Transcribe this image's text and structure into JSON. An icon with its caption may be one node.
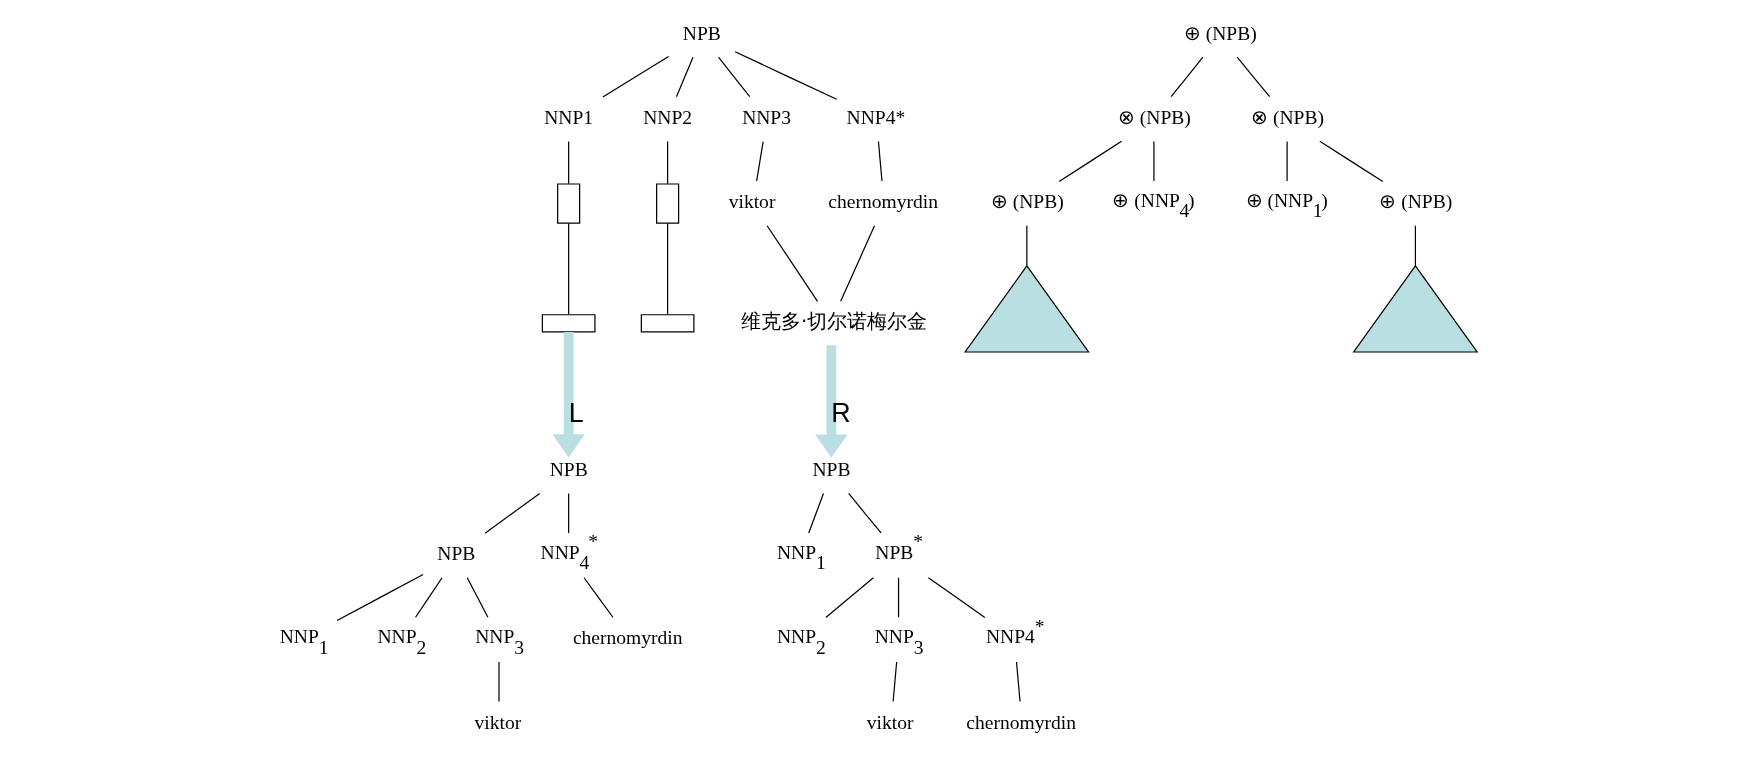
{
  "diagram": {
    "nodes": [
      {
        "text": [
          "NPB"
        ]
      },
      {
        "text": [
          "NNP1"
        ]
      },
      {
        "text": [
          "NNP2"
        ]
      },
      {
        "text": [
          "NNP3"
        ]
      },
      {
        "text": [
          "NNP4*"
        ]
      },
      {
        "text": [],
        "shape": "box"
      },
      {
        "text": [],
        "shape": "box"
      },
      {
        "text": [
          "viktor"
        ]
      },
      {
        "text": [
          "chernomyrdin"
        ]
      },
      {
        "text": [],
        "shape": "box"
      },
      {
        "text": [],
        "shape": "box"
      },
      {
        "text": [
          "维克多·切尔诺梅尔金"
        ]
      },
      {
        "text": [
          "NPB"
        ]
      },
      {
        "text": [
          "NPB"
        ]
      },
      {
        "text": [
          "NNP$_{4}$$^{*}$"
        ]
      },
      {
        "text": [
          "NNP$_{1}$"
        ]
      },
      {
        "text": [
          "NNP$_{2}$"
        ]
      },
      {
        "text": [
          "NNP$_{3}$"
        ]
      },
      {
        "text": [
          "chernomyrdin"
        ]
      },
      {
        "text": [
          "viktor"
        ]
      },
      {
        "text": [
          "NPB"
        ]
      },
      {
        "text": [
          "NNP$_{1}$"
        ]
      },
      {
        "text": [
          "NPB$^{*}$"
        ]
      },
      {
        "text": [
          "NNP$_{2}$"
        ]
      },
      {
        "text": [
          "NNP$_{3}$"
        ]
      },
      {
        "text": [
          "NNP4$^{*}$"
        ]
      },
      {
        "text": [
          "viktor"
        ]
      },
      {
        "text": [
          "chernomyrdin"
        ]
      },
      {
        "text": [
          "⊕ (NPB)"
        ]
      },
      {
        "text": [
          "⊗ (NPB)"
        ]
      },
      {
        "text": [
          "⊗ (NPB)"
        ]
      },
      {
        "text": [
          "⊕ (NPB)"
        ]
      },
      {
        "text": [
          "⊕ (NNP$_{4}$)"
        ]
      },
      {
        "text": [
          "⊕ (NNP$_{1}$)"
        ]
      },
      {
        "text": [
          "⊕ (NPB)"
        ]
      },
      {
        "text": [],
        "shape": "triangle"
      },
      {
        "text": [],
        "shape": "triangle"
      }
    ],
    "edges": [
      {
        "from": 0,
        "to": 1,
        "arrow": "none"
      },
      {
        "from": 0,
        "to": 2,
        "arrow": "none"
      },
      {
        "from": 0,
        "to": 3,
        "arrow": "none"
      },
      {
        "from": 0,
        "to": 4,
        "arrow": "none"
      },
      {
        "from": 1,
        "to": 5,
        "arrow": "none"
      },
      {
        "from": 2,
        "to": 6,
        "arrow": "none"
      },
      {
        "from": 3,
        "to": 7,
        "arrow": "none"
      },
      {
        "from": 4,
        "to": 8,
        "arrow": "none"
      },
      {
        "from": 5,
        "to": 9,
        "arrow": "none"
      },
      {
        "from": 6,
        "to": 10,
        "arrow": "none"
      },
      {
        "from": 7,
        "to": 11,
        "arrow": "none"
      },
      {
        "from": 8,
        "to": 11,
        "arrow": "none"
      },
      {
        "from": 9,
        "to": 12,
        "arrow": "to",
        "label": "L",
        "style": "thick",
        "color": "#b9dfe3"
      },
      {
        "from": 11,
        "to": 20,
        "arrow": "to",
        "label": "R",
        "style": "thick",
        "color": "#b9dfe3"
      },
      {
        "from": 12,
        "to": 13,
        "arrow": "none"
      },
      {
        "from": 12,
        "to": 14,
        "arrow": "none"
      },
      {
        "from": 13,
        "to": 15,
        "arrow": "none"
      },
      {
        "from": 13,
        "to": 16,
        "arrow": "none"
      },
      {
        "from": 13,
        "to": 17,
        "arrow": "none"
      },
      {
        "from": 14,
        "to": 18,
        "arrow": "none"
      },
      {
        "from": 17,
        "to": 19,
        "arrow": "none"
      },
      {
        "from": 20,
        "to": 21,
        "arrow": "none"
      },
      {
        "from": 20,
        "to": 22,
        "arrow": "none"
      },
      {
        "from": 22,
        "to": 23,
        "arrow": "none"
      },
      {
        "from": 22,
        "to": 24,
        "arrow": "none"
      },
      {
        "from": 22,
        "to": 25,
        "arrow": "none"
      },
      {
        "from": 24,
        "to": 26,
        "arrow": "none"
      },
      {
        "from": 25,
        "to": 27,
        "arrow": "none"
      },
      {
        "from": 28,
        "to": 29,
        "arrow": "none"
      },
      {
        "from": 28,
        "to": 30,
        "arrow": "none"
      },
      {
        "from": 29,
        "to": 31,
        "arrow": "none"
      },
      {
        "from": 29,
        "to": 32,
        "arrow": "none"
      },
      {
        "from": 30,
        "to": 33,
        "arrow": "none"
      },
      {
        "from": 30,
        "to": 34,
        "arrow": "none"
      },
      {
        "from": 31,
        "to": 35,
        "arrow": "none"
      },
      {
        "from": 34,
        "to": 36,
        "arrow": "none"
      }
    ]
  }
}
